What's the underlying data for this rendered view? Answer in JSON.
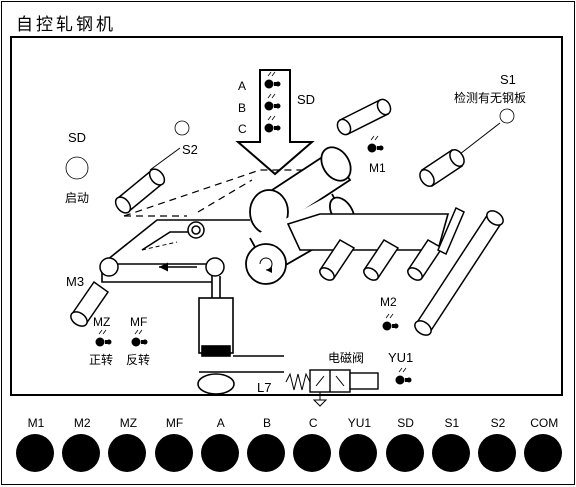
{
  "title": "自控轧钢机",
  "labels": {
    "sensor_a": "A",
    "sensor_b": "B",
    "sensor_c": "C",
    "sd_arrow": "SD",
    "s1": "S1",
    "s1_desc": "检测有无钢板",
    "sd": "SD",
    "start": "启动",
    "s2": "S2",
    "m1": "M1",
    "m2": "M2",
    "m3": "M3",
    "mz": "MZ",
    "mf": "MF",
    "forward": "正转",
    "reverse": "反转",
    "valve": "电磁阀",
    "yu1": "YU1",
    "l7": "L7"
  },
  "terminals": [
    "M1",
    "M2",
    "MZ",
    "MF",
    "A",
    "B",
    "C",
    "YU1",
    "SD",
    "S1",
    "S2",
    "COM"
  ],
  "colors": {
    "line": "#000000",
    "background": "#ffffff"
  }
}
